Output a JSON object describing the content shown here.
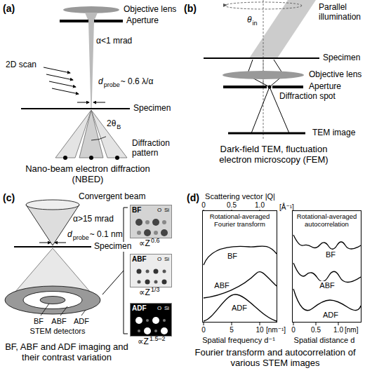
{
  "diagram": {
    "nodes": [
      {
        "text": [
          "BF",
          "O",
          "Si"
        ]
      },
      {
        "text": [
          "ABF",
          "O",
          "Si"
        ]
      },
      {
        "text": [
          "ADF",
          "O",
          "Si"
        ]
      },
      {
        "text": [
          "Rotational-averaged Fourier transform",
          "BF",
          "ABF",
          "ADF"
        ]
      },
      {
        "text": [
          "Rotational-averaged autocorrelation",
          "BF",
          "ABF",
          "ADF"
        ]
      }
    ],
    "labels": [
      "(a)",
      "Objective lens",
      "Aperture",
      "α<1 mrad",
      "2D scan",
      "d",
      "probe",
      "~ 0.6 λ/α",
      "Specimen",
      "2θ",
      "B",
      "Diffraction pattern",
      "Nano-beam electron diffraction (NBED)",
      "(b)",
      "Parallel illumination",
      "θ",
      "in",
      "Specimen",
      "Objective lens",
      "Aperture",
      "Diffraction spot",
      "TEM image",
      "Dark-field TEM, fluctuation electron microscopy (FEM)",
      "(c)",
      "Convergent beam",
      "α>15 mrad",
      "d",
      "probe",
      "~ 0.1 nm",
      "Specimen",
      "BF",
      "ABF",
      "ADF",
      "STEM detectors",
      "∝Z",
      "0.6",
      "∝Z",
      "1/3",
      "∝Z",
      "1.5–2",
      "BF, ABF and ADF imaging and their contrast variation",
      "(d)",
      "Scattering vector |Q|",
      "[Å⁻¹]",
      "0",
      "0.5",
      "1.0",
      "Spatial frequency d⁻¹",
      "0",
      "5",
      "10",
      "[nm⁻¹]",
      "0",
      "0.5",
      "1.0",
      "[nm]",
      "Spatial distance d",
      "Fourier transform and autocorrelation of various STEM images"
    ]
  }
}
